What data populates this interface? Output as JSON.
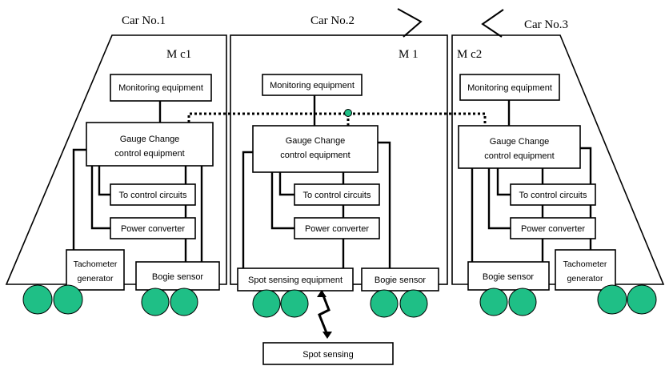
{
  "colors": {
    "wheel": "#1fbf86",
    "stroke": "#000000"
  },
  "cars": [
    {
      "label": "Car No.1",
      "code": "M c1",
      "monitoring": "Monitoring equipment",
      "gauge_line1": "Gauge Change",
      "gauge_line2": "control equipment",
      "control_circuits": "To control circuits",
      "power_converter": "Power converter",
      "tacho_line1": "Tachometer",
      "tacho_line2": "generator",
      "bogie": "Bogie sensor"
    },
    {
      "label": "Car No.2",
      "code": "M 1",
      "monitoring": "Monitoring equipment",
      "gauge_line1": "Gauge Change",
      "gauge_line2": "control equipment",
      "control_circuits": "To control circuits",
      "power_converter": "Power converter",
      "spot": "Spot sensing equipment",
      "bogie": "Bogie sensor"
    },
    {
      "label": "Car No.3",
      "code": "M c2",
      "monitoring": "Monitoring equipment",
      "gauge_line1": "Gauge Change",
      "gauge_line2": "control equipment",
      "control_circuits": "To control circuits",
      "power_converter": "Power converter",
      "tacho_line1": "Tachometer",
      "tacho_line2": "generator",
      "bogie": "Bogie sensor"
    }
  ],
  "ground": {
    "spot_sensing": "Spot sensing"
  }
}
